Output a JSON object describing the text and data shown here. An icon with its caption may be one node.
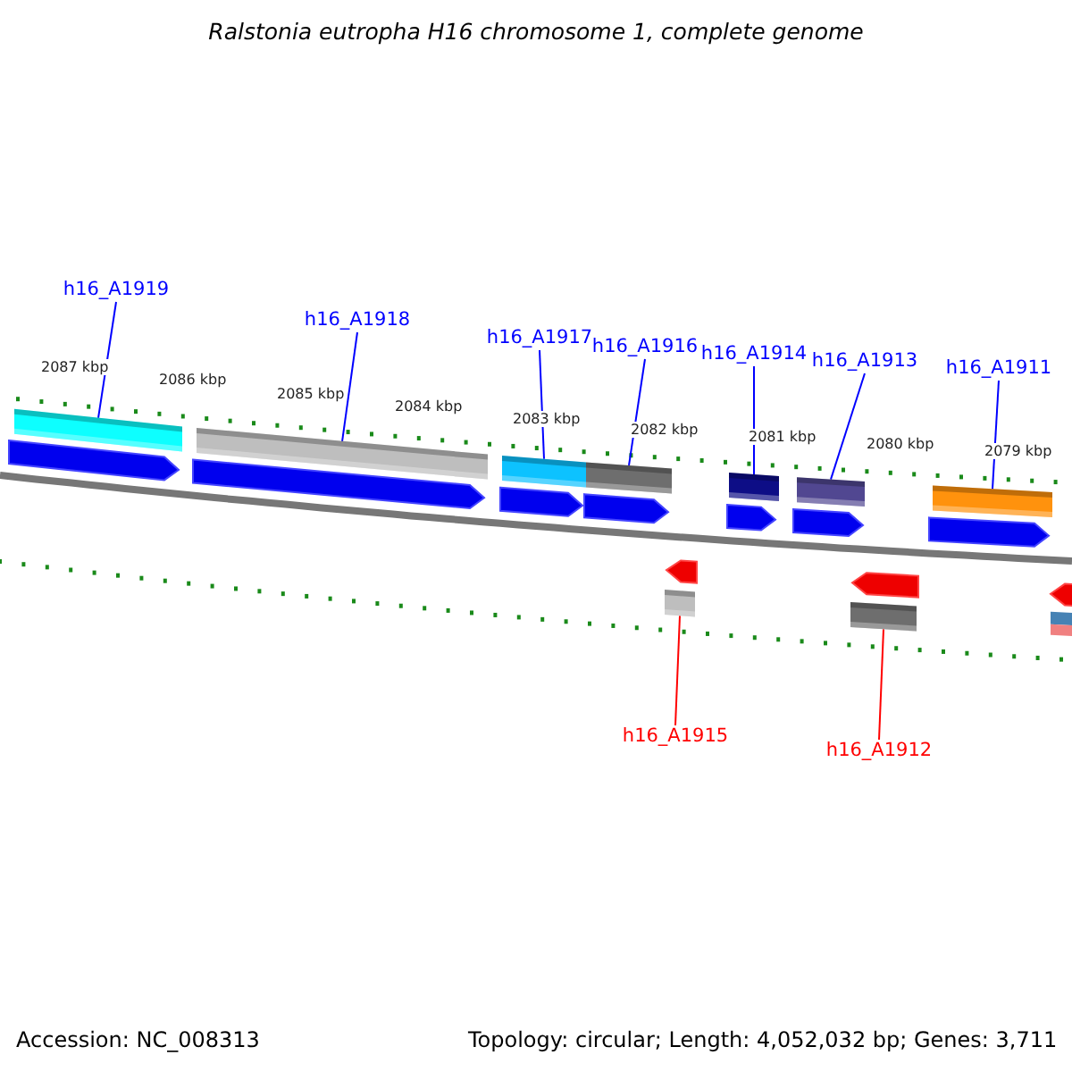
{
  "diagram": {
    "title": "Ralstonia eutropha H16 chromosome 1, complete genome",
    "nodes": [
      {
        "text": [
          "h16_A1919"
        ]
      },
      {
        "text": [
          "h16_A1918"
        ]
      },
      {
        "text": [
          "h16_A1917"
        ]
      },
      {
        "text": [
          "h16_A1916"
        ]
      },
      {
        "text": [
          "h16_A1914"
        ]
      },
      {
        "text": [
          "h16_A1913"
        ]
      },
      {
        "text": [
          "h16_A1911"
        ]
      },
      {
        "text": [
          "h16_A1915"
        ]
      },
      {
        "text": [
          "h16_A1912"
        ]
      },
      {
        "text": [],
        "shape": "bar"
      },
      {
        "text": [],
        "shape": "bar"
      },
      {
        "text": [],
        "shape": "bar"
      },
      {
        "text": [],
        "shape": "bar"
      },
      {
        "text": [],
        "shape": "bar"
      },
      {
        "text": [],
        "shape": "bar"
      },
      {
        "text": [],
        "shape": "bar"
      },
      {
        "text": [],
        "shape": "bar"
      },
      {
        "text": [],
        "shape": "bar"
      }
    ],
    "edges": [
      {
        "from": 0,
        "to": 9,
        "arrow": "none"
      },
      {
        "from": 1,
        "to": 10,
        "arrow": "none"
      },
      {
        "from": 2,
        "to": 11,
        "arrow": "none"
      },
      {
        "from": 3,
        "to": 12,
        "arrow": "none"
      },
      {
        "from": 4,
        "to": 13,
        "arrow": "none"
      },
      {
        "from": 5,
        "to": 14,
        "arrow": "none"
      },
      {
        "from": 6,
        "to": 15,
        "arrow": "none"
      },
      {
        "from": 7,
        "to": 16,
        "arrow": "none",
        "color": "#ff0000"
      },
      {
        "from": 8,
        "to": 17,
        "arrow": "none",
        "color": "#ff0000"
      }
    ],
    "labels": [
      "2087 kbp",
      "2086 kbp",
      "2085 kbp",
      "2084 kbp",
      "2083 kbp",
      "2082 kbp",
      "2081 kbp",
      "2080 kbp",
      "2079 kbp",
      "Accession: NC_008313",
      "Topology: circular; Length: 4,052,032 bp; Genes: 3,711"
    ]
  }
}
